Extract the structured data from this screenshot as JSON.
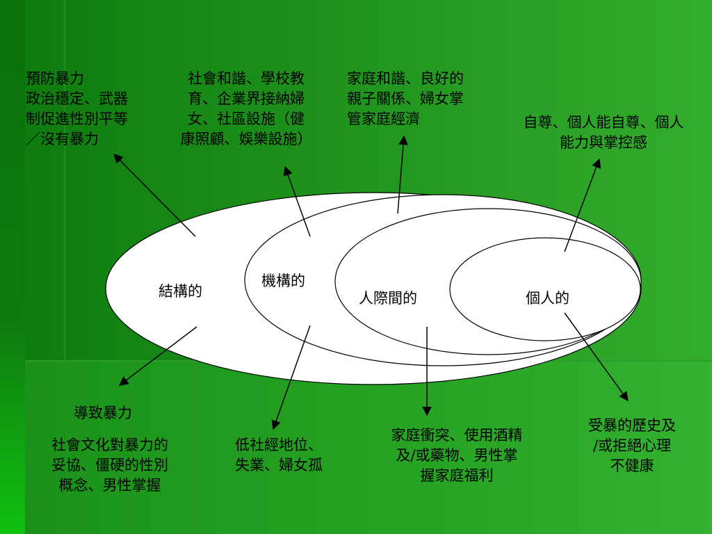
{
  "circles": {
    "structural": "結構的",
    "institutional": "機構的",
    "interpersonal": "人際間的",
    "individual": "個人的"
  },
  "protective": {
    "structural": "預防暴力\n政治穩定、武器\n制促進性別平等\n／沒有暴力",
    "institutional": "社會和諧、學校教\n育、企業界接納婦\n女、社區設施（健\n康照顧、娛樂設施）",
    "interpersonal": "家庭和諧、良好的\n親子關係、婦女掌\n管家庭經濟",
    "individual": "自尊、個人能自尊、個人\n能力與掌控感"
  },
  "risk": {
    "structural_title": "導致暴力",
    "structural": "社會文化對暴力的\n妥協、僵硬的性別\n概念、男性掌握",
    "institutional": "低社經地位、\n失業、婦女孤",
    "interpersonal": "家庭衝突、使用酒精\n及/或藥物、男性掌\n握家庭福利",
    "individual": "受暴的歷史及\n/或拒絕心理\n不健康"
  }
}
